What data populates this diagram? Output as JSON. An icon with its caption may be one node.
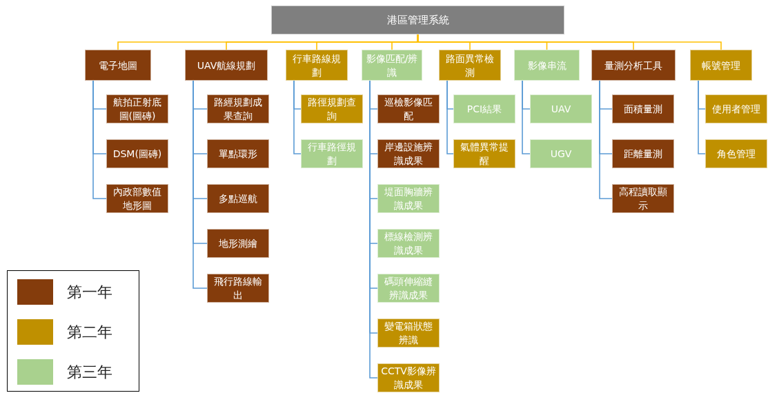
{
  "diagram": {
    "nodes": [
      {
        "text": [
          "港區管理系統"
        ]
      },
      {
        "text": [
          "電子地圖"
        ]
      },
      {
        "text": [
          "UAV航線規劃"
        ]
      },
      {
        "text": [
          "行車路線規劃"
        ]
      },
      {
        "text": [
          "影像匹配/辨識"
        ]
      },
      {
        "text": [
          "路面異常檢測"
        ]
      },
      {
        "text": [
          "影像串流"
        ]
      },
      {
        "text": [
          "量測分析工具"
        ]
      },
      {
        "text": [
          "帳號管理"
        ]
      },
      {
        "text": [
          "航拍正射底圖(圖磚)"
        ]
      },
      {
        "text": [
          "DSM(圖磚)"
        ]
      },
      {
        "text": [
          "內政部數值地形圖"
        ]
      },
      {
        "text": [
          "路經規劃成果查詢"
        ]
      },
      {
        "text": [
          "單點環形"
        ]
      },
      {
        "text": [
          "多點巡航"
        ]
      },
      {
        "text": [
          "地形測繪"
        ]
      },
      {
        "text": [
          "飛行路線輸出"
        ]
      },
      {
        "text": [
          "路徑規劃查詢"
        ]
      },
      {
        "text": [
          "行車路徑規劃"
        ]
      },
      {
        "text": [
          "巡檢影像匹配"
        ]
      },
      {
        "text": [
          "岸邊設施辨識成果"
        ]
      },
      {
        "text": [
          "堤面胸牆辨識成果"
        ]
      },
      {
        "text": [
          "標線檢測辨識成果"
        ]
      },
      {
        "text": [
          "碼頭伸縮縫辨識成果"
        ]
      },
      {
        "text": [
          "變電箱狀態辨識"
        ]
      },
      {
        "text": [
          "CCTV影像辨識成果"
        ]
      },
      {
        "text": [
          "PCI結果"
        ]
      },
      {
        "text": [
          "氣體異常提醒"
        ]
      },
      {
        "text": [
          "UAV"
        ]
      },
      {
        "text": [
          "UGV"
        ]
      },
      {
        "text": [
          "面積量測"
        ]
      },
      {
        "text": [
          "距離量測"
        ]
      },
      {
        "text": [
          "高程讀取顯示"
        ]
      },
      {
        "text": [
          "使用者管理"
        ]
      },
      {
        "text": [
          "角色管理"
        ]
      }
    ],
    "edges": [
      {
        "from": 0,
        "to": 1,
        "arrow": "none",
        "color": "#ffc000"
      },
      {
        "from": 0,
        "to": 2,
        "arrow": "none",
        "color": "#ffc000"
      },
      {
        "from": 0,
        "to": 3,
        "arrow": "none",
        "color": "#ffc000"
      },
      {
        "from": 0,
        "to": 4,
        "arrow": "none",
        "color": "#ffc000"
      },
      {
        "from": 0,
        "to": 5,
        "arrow": "none",
        "color": "#ffc000"
      },
      {
        "from": 0,
        "to": 6,
        "arrow": "none",
        "color": "#ffc000"
      },
      {
        "from": 0,
        "to": 7,
        "arrow": "none",
        "color": "#ffc000"
      },
      {
        "from": 0,
        "to": 8,
        "arrow": "none",
        "color": "#ffc000"
      },
      {
        "from": 1,
        "to": 9,
        "arrow": "none"
      },
      {
        "from": 1,
        "to": 10,
        "arrow": "none"
      },
      {
        "from": 1,
        "to": 11,
        "arrow": "none"
      },
      {
        "from": 2,
        "to": 12,
        "arrow": "none"
      },
      {
        "from": 2,
        "to": 13,
        "arrow": "none"
      },
      {
        "from": 2,
        "to": 14,
        "arrow": "none"
      },
      {
        "from": 2,
        "to": 15,
        "arrow": "none"
      },
      {
        "from": 2,
        "to": 16,
        "arrow": "none"
      },
      {
        "from": 3,
        "to": 17,
        "arrow": "none"
      },
      {
        "from": 3,
        "to": 18,
        "arrow": "none"
      },
      {
        "from": 4,
        "to": 19,
        "arrow": "none"
      },
      {
        "from": 4,
        "to": 20,
        "arrow": "none"
      },
      {
        "from": 4,
        "to": 21,
        "arrow": "none"
      },
      {
        "from": 4,
        "to": 22,
        "arrow": "none"
      },
      {
        "from": 4,
        "to": 23,
        "arrow": "none"
      },
      {
        "from": 4,
        "to": 24,
        "arrow": "none"
      },
      {
        "from": 4,
        "to": 25,
        "arrow": "none"
      },
      {
        "from": 5,
        "to": 26,
        "arrow": "none"
      },
      {
        "from": 5,
        "to": 27,
        "arrow": "none"
      },
      {
        "from": 6,
        "to": 28,
        "arrow": "none"
      },
      {
        "from": 6,
        "to": 29,
        "arrow": "none"
      },
      {
        "from": 7,
        "to": 30,
        "arrow": "none"
      },
      {
        "from": 7,
        "to": 31,
        "arrow": "none"
      },
      {
        "from": 7,
        "to": 32,
        "arrow": "none"
      },
      {
        "from": 8,
        "to": 33,
        "arrow": "none"
      },
      {
        "from": 8,
        "to": 34,
        "arrow": "none"
      }
    ],
    "legend": [
      {
        "text": "第一年",
        "color": "#843c0c"
      },
      {
        "text": "第二年",
        "color": "#bf9000"
      },
      {
        "text": "第三年",
        "color": "#a9d18e"
      }
    ]
  }
}
